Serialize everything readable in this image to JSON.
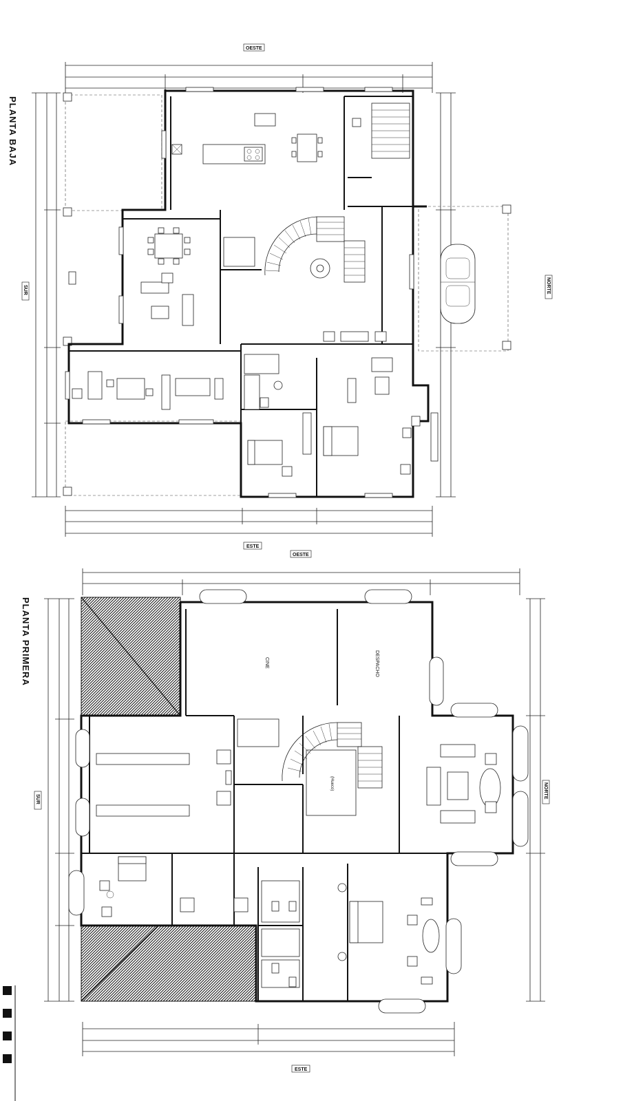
{
  "sheet": {
    "plan_ground_title": "PLANTA BAJA",
    "plan_first_title": "PLANTA PRIMERA"
  },
  "orientation": {
    "west": "OESTE",
    "east": "ESTE",
    "south": "SUR",
    "north": "NORTE"
  },
  "first_floor": {
    "rooms": {
      "cine": "CINE",
      "despacho": "DESPACHO",
      "hueco": "(Hueco)"
    }
  }
}
